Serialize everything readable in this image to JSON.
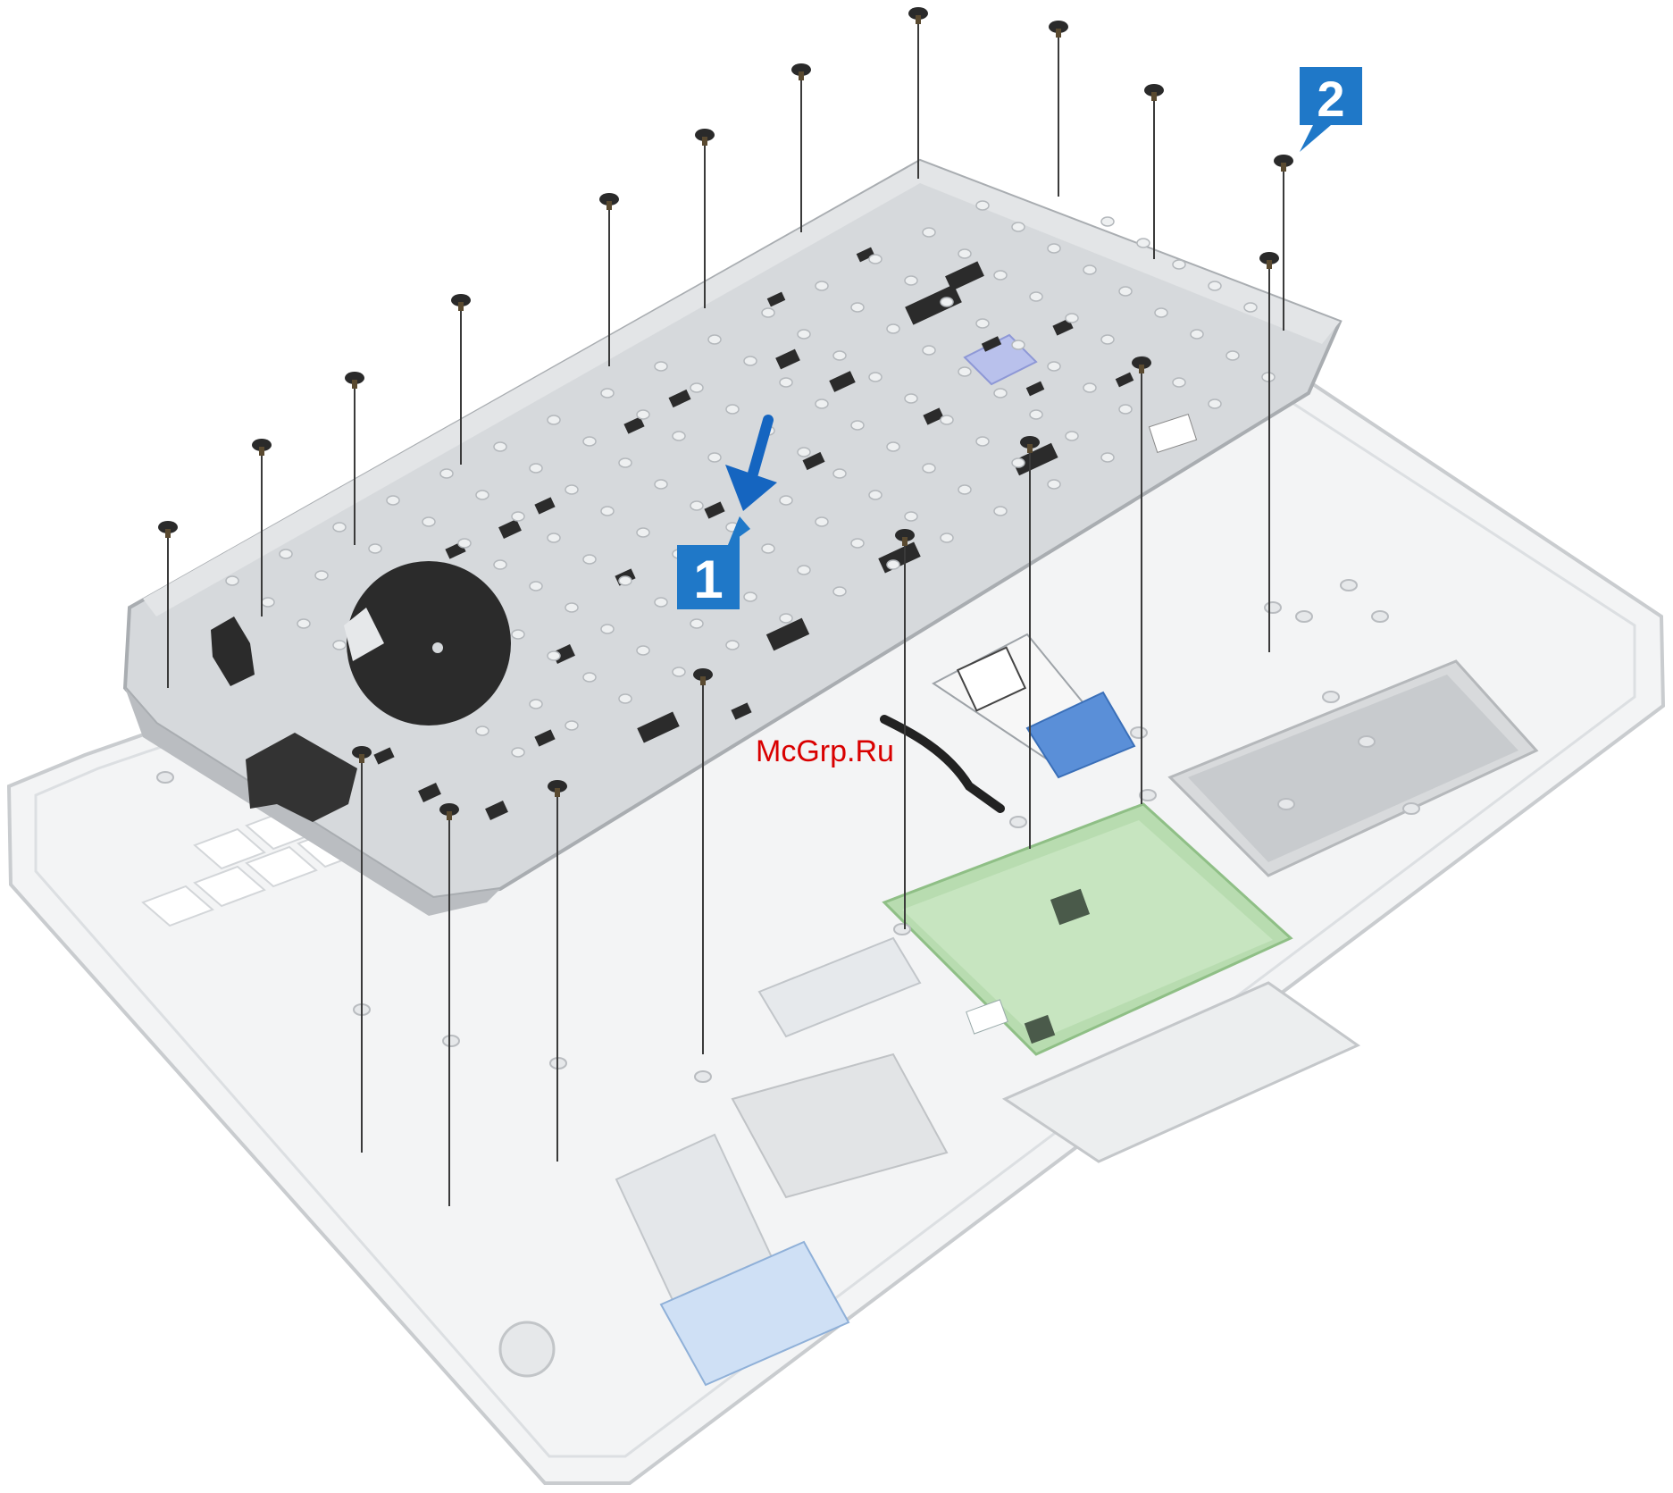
{
  "diagram": {
    "callouts": [
      {
        "id": "step-1",
        "label": "1"
      },
      {
        "id": "step-2",
        "label": "2"
      }
    ],
    "watermark": "McGrp.Ru",
    "colors": {
      "callout_blue": "#1f78c8",
      "arrow_blue": "#1565c0",
      "plate_metal": "#d6d9dc",
      "plate_edge": "#a9adb1",
      "palmrest_fill": "#f3f4f5",
      "palmrest_edge": "#c9cccf",
      "touchpad_green": "#b8dcb0",
      "tape_black": "#2b2b2b",
      "mylar_blue": "#b9c1ec",
      "cable_blue": "#5a8fd8",
      "watermark_red": "#d90000"
    },
    "icons": {
      "screw": "screw-icon",
      "arrow": "arrow-down-icon"
    }
  }
}
